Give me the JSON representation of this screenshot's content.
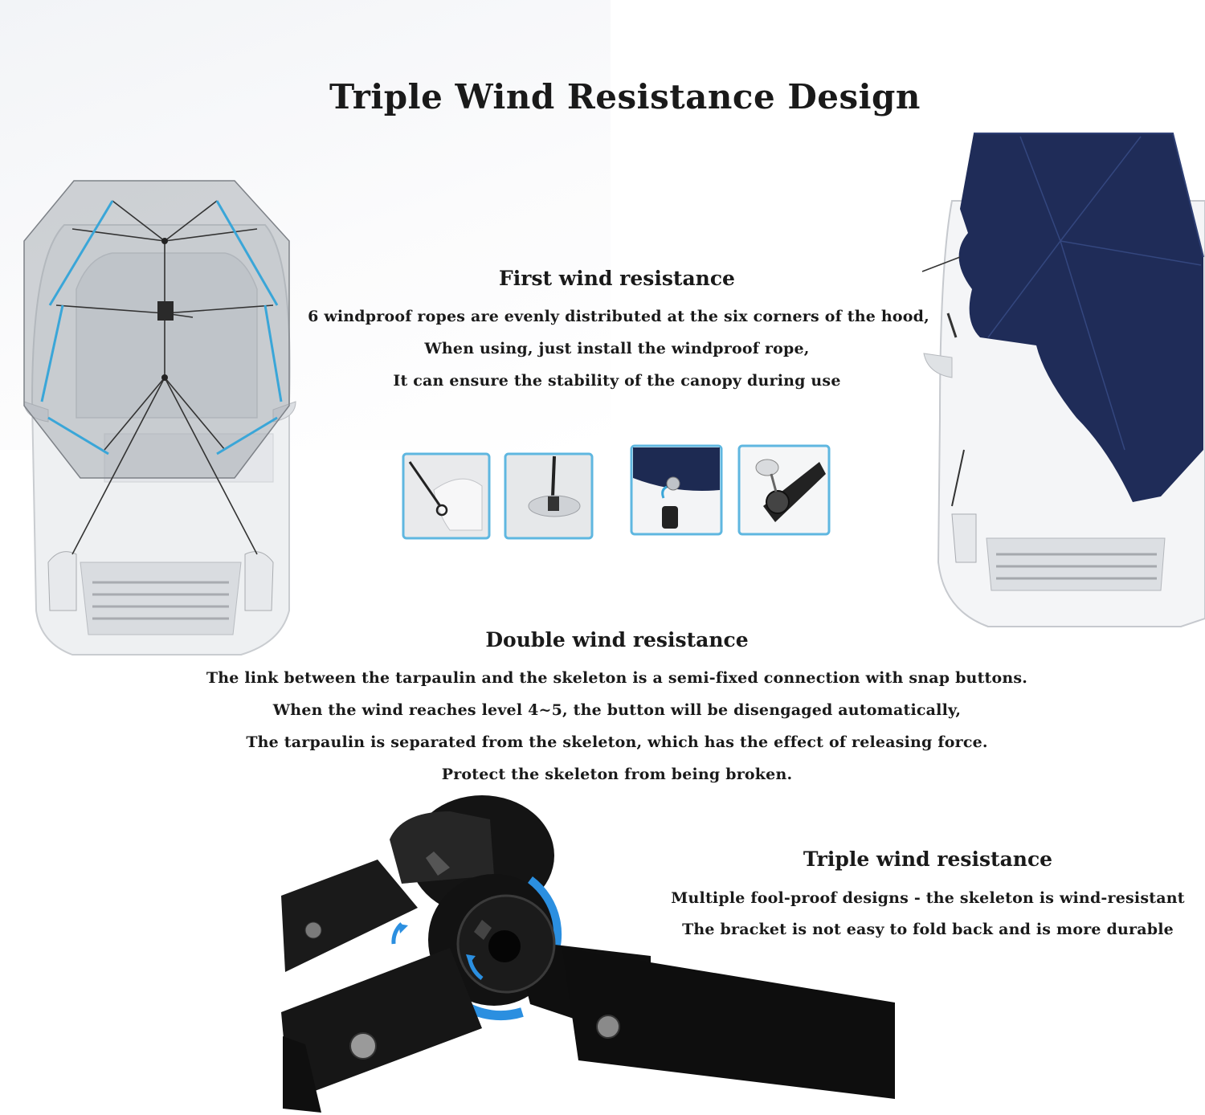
{
  "title": "Triple Wind Resistance Design",
  "sections": {
    "first": {
      "heading": "First wind resistance",
      "lines": [
        "6 windproof ropes are evenly distributed at the six corners of the hood,",
        "When using, just install the windproof rope,",
        "It can ensure the stability of the canopy during use"
      ]
    },
    "double": {
      "heading": "Double wind resistance",
      "lines": [
        "The link between the tarpaulin and the skeleton is a semi-fixed connection with snap buttons.",
        "When the wind reaches level 4~5, the button will be disengaged automatically,",
        "The tarpaulin is separated from the skeleton, which has the effect of releasing force.",
        "Protect the skeleton from being broken."
      ]
    },
    "triple": {
      "heading": "Triple wind resistance",
      "lines": [
        "Multiple fool-proof designs  -  the skeleton is wind-resistant",
        "The bracket is not easy to fold back and is more durable"
      ]
    }
  },
  "colors": {
    "text": "#1a1a1a",
    "canopy_navy": "#1f2c58",
    "frame_blue": "#3aa6d8",
    "thumb_border": "#5fb7e0",
    "bracket_black": "#141414",
    "arrow_blue": "#2b8fe0"
  },
  "icons": {
    "car_frame": "car-with-umbrella-frame-illustration",
    "car_canopy": "car-with-navy-canopy-illustration",
    "thumbs": [
      "rope-hook-mirror-photo",
      "rope-anchor-photo",
      "snap-button-photo",
      "knob-joint-photo"
    ],
    "bracket": "rotating-bracket-joint-illustration"
  }
}
